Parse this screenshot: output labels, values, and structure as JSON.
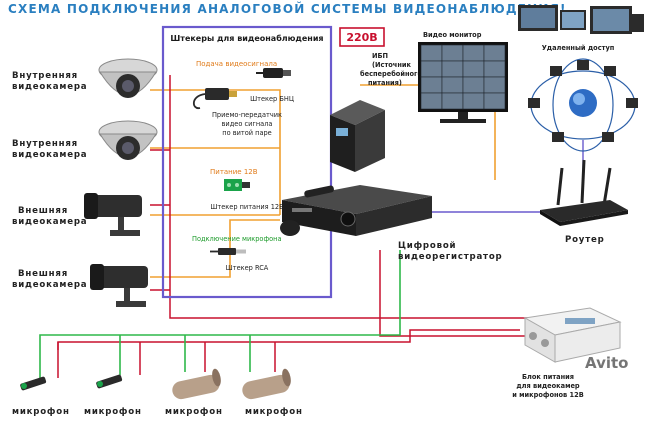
{
  "title": "СХЕМА ПОДКЛЮЧЕНИЯ АНАЛОГОВОЙ СИСТЕМЫ ВИДЕОНАБЛЮДЕНИЯ!",
  "plugs_box": {
    "heading": "Штекеры для видеонаблюдения",
    "video_signal": "Подача видеосигнала",
    "bnc": "Штекер БНЦ",
    "transceiver": [
      "Приемо-передатчик",
      "видео сигнала",
      "по витой паре"
    ],
    "power_12v": "Питание 12В",
    "power_plug": "Штекер питания 12В",
    "mic_connect": "Подключение микрофона",
    "rca": "Штекер RCA"
  },
  "cameras": [
    {
      "label": [
        "Внутренняя",
        "видеокамера"
      ]
    },
    {
      "label": [
        "Внутренняя",
        "видеокамера"
      ]
    },
    {
      "label": [
        "Внешняя",
        "видеокамера"
      ]
    },
    {
      "label": [
        "Внешняя",
        "видеокамера"
      ]
    }
  ],
  "ups": {
    "voltage": "220В",
    "label": [
      "ИБП",
      "(Источник",
      "бесперебойного",
      "питания)"
    ]
  },
  "monitor": {
    "label": "Видео монитор"
  },
  "remote": {
    "label": "Удаленный доступ"
  },
  "dvr": {
    "label": [
      "Цифровой",
      "видеорегистратор"
    ]
  },
  "router": {
    "label": "Роутер"
  },
  "psu": {
    "label": [
      "Блок питания",
      "для видеокамер",
      "и микрофонов 12В"
    ]
  },
  "mics": [
    {
      "label": "микрофон"
    },
    {
      "label": "микрофон"
    },
    {
      "label": "микрофон"
    },
    {
      "label": "микрофон"
    }
  ],
  "watermark": "Avito",
  "colors": {
    "title": "#2a7fc0",
    "video_line": "#f0a030",
    "power_line": "#c8102e",
    "mic_line": "#2fb84a",
    "plugs_border": "#6a5acd",
    "network_line": "#6a5acd"
  }
}
